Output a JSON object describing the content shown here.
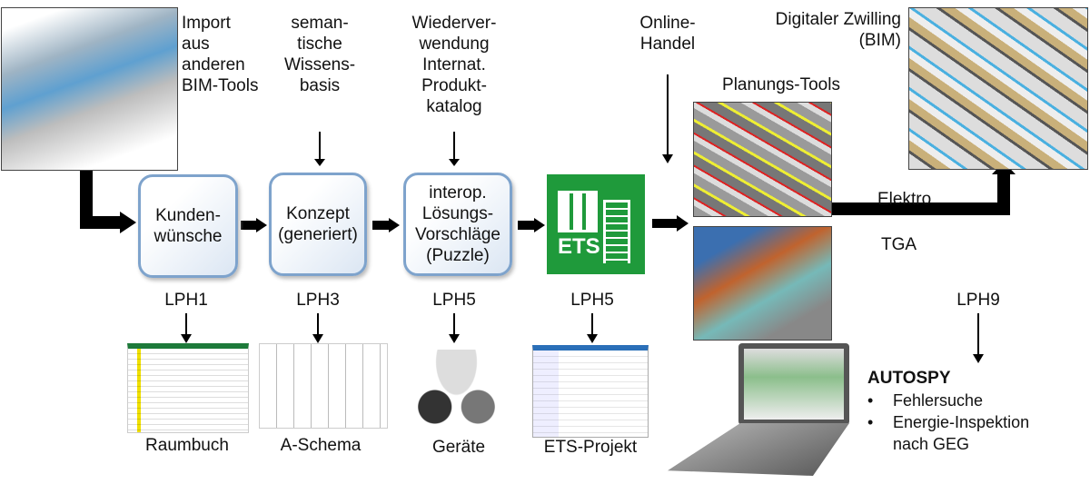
{
  "top_labels": {
    "import": [
      "Import",
      "aus",
      "anderen",
      "BIM-Tools"
    ],
    "semantic": [
      "seman-",
      "tische",
      "Wissens-",
      "basis"
    ],
    "reuse": [
      "Wiederver-",
      "wendung",
      "Internat.",
      "Produkt-",
      "katalog"
    ],
    "online": [
      "Online-",
      "Handel"
    ],
    "twin": [
      "Digitaler Zwilling",
      "(BIM)"
    ]
  },
  "process": [
    {
      "lines": [
        "Kunden-",
        "wünsche"
      ],
      "phase": "LPH1",
      "output": "Raumbuch"
    },
    {
      "lines": [
        "Konzept",
        "(generiert)"
      ],
      "phase": "LPH3",
      "output": "A-Schema"
    },
    {
      "lines": [
        "interop.",
        "Lösungs-",
        "Vorschläge",
        "(Puzzle)"
      ],
      "phase": "LPH5",
      "output": "Geräte"
    },
    {
      "logo": "ETS",
      "phase": "LPH5",
      "output": "ETS-Projekt"
    }
  ],
  "planning": {
    "title": "Planungs-Tools",
    "elektro": "Elektro",
    "tga": "TGA"
  },
  "operation": {
    "phase": "LPH9",
    "title": "AUTOSPY",
    "bullets": [
      "Fehlersuche",
      "Energie-Inspektion nach GEG"
    ]
  },
  "colors": {
    "box_border": "#7ea3cc",
    "ets_green": "#1f9a3b",
    "arrow": "#000000"
  }
}
